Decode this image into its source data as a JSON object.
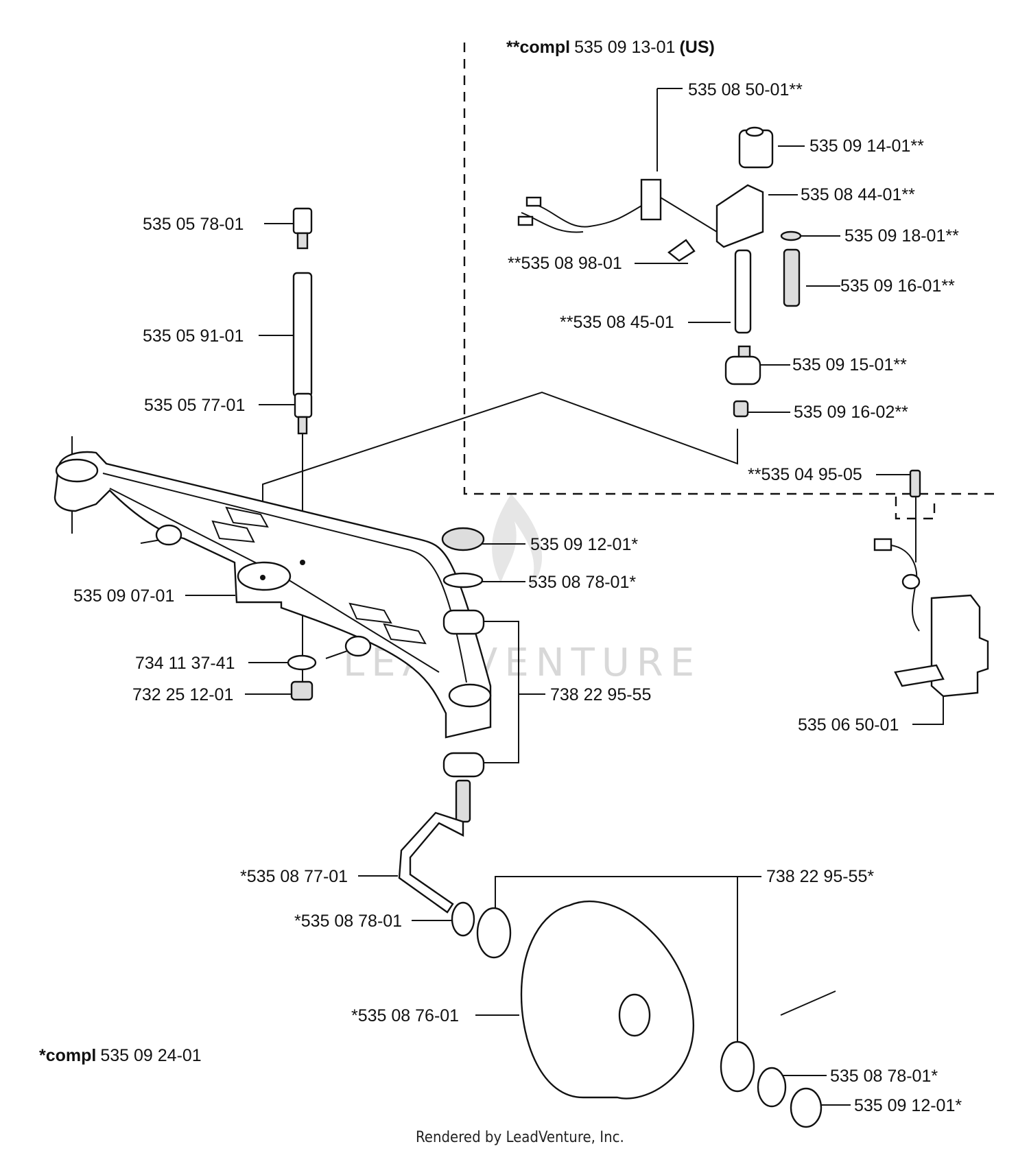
{
  "header": {
    "kit_us_prefix": "**compl",
    "kit_us_number": "535 09 13-01",
    "kit_us_region": "(US)"
  },
  "parts": {
    "p535085001": "535 08 50-01**",
    "p535091401": "535 09 14-01**",
    "p535084401": "535 08 44-01**",
    "p535091801": "535 09 18-01**",
    "p535091601": "535 09 16-01**",
    "p535089801": "**535 08 98-01",
    "p535084501": "**535 08 45-01",
    "p535091501": "535 09 15-01**",
    "p535091602": "535 09 16-02**",
    "p535049505": "**535 04 95-05",
    "p535057801": "535 05 78-01",
    "p535059101": "535 05 91-01",
    "p535057701": "535 05 77-01",
    "p535091201_a": "535 09 12-01*",
    "p535087801_a": "535 08 78-01*",
    "p535090701": "535 09 07-01",
    "p734113741": "734 11 37-41",
    "p732251201": "732 25 12-01",
    "p738229555": "738 22 95-55",
    "p535065001": "535 06 50-01",
    "p535087701": "*535 08 77-01",
    "p738229555_b": "738 22 95-55*",
    "p535087801_b": "*535 08 78-01",
    "p535087601": "*535 08 76-01",
    "p535087801_c": "535 08 78-01*",
    "p535091201_b": "535 09 12-01*"
  },
  "kit_wheel": {
    "prefix": "*compl",
    "number": "535 09 24-01"
  },
  "watermark": "LEADVENTURE",
  "footer": "Rendered by LeadVenture, Inc."
}
